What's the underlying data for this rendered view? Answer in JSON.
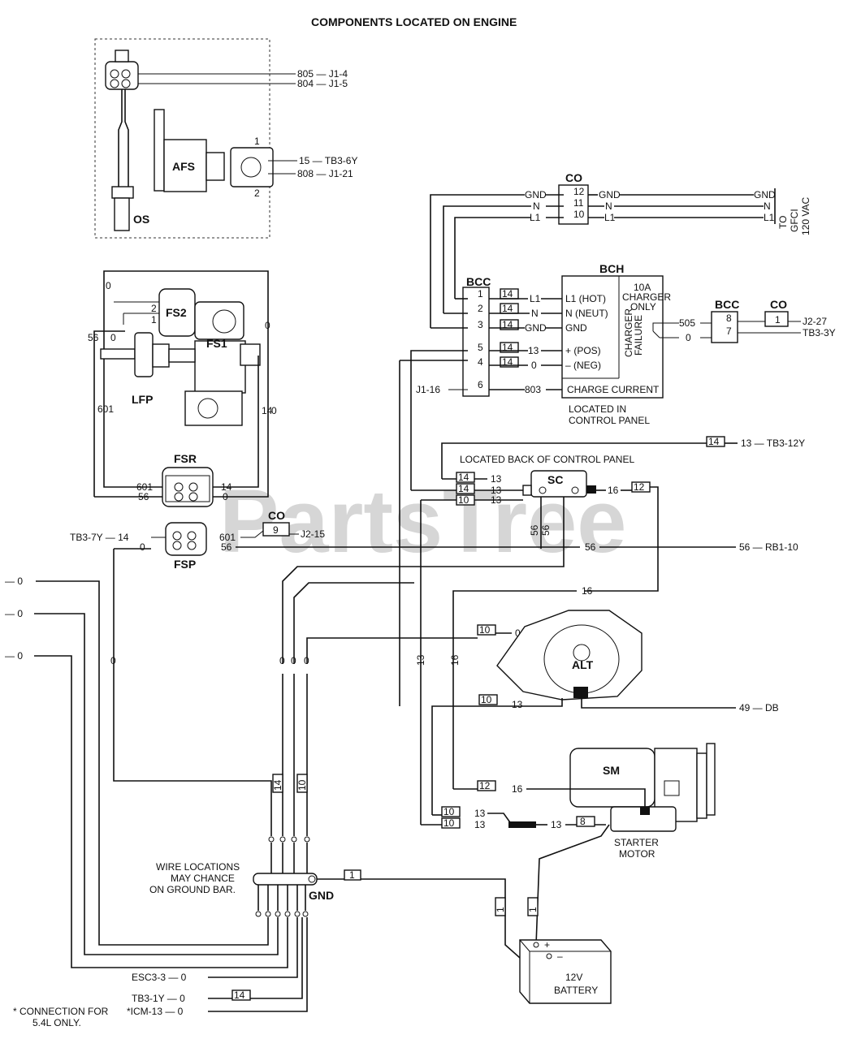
{
  "title": "COMPONENTS LOCATED ON ENGINE",
  "watermark": "PartsTree",
  "components": {
    "os": "OS",
    "afs": "AFS",
    "fs2": "FS2",
    "fs1": "FS1",
    "lfp": "LFP",
    "fsr": "FSR",
    "fsp": "FSP",
    "co": "CO",
    "bcc": "BCC",
    "bch": "BCH",
    "sc": "SC",
    "alt": "ALT",
    "sm": "SM",
    "gnd": "GND",
    "battery_1": "12V",
    "battery_2": "BATTERY",
    "starter_1": "STARTER",
    "starter_2": "MOTOR"
  },
  "notes": {
    "bch_located_1": "LOCATED IN",
    "bch_located_2": "CONTROL PANEL",
    "sc_located": "LOCATED BACK OF CONTROL PANEL",
    "ground_1": "WIRE LOCATIONS",
    "ground_2": "MAY CHANCE",
    "ground_3": "ON GROUND BAR.",
    "footnote_1": "* CONNECTION FOR",
    "footnote_2": "5.4L ONLY.",
    "to_1": "TO",
    "to_2": "GFCI",
    "to_3": "120 VAC",
    "charger_1": "10A",
    "charger_2": "CHARGER",
    "charger_3": "ONLY",
    "charger_failure_1": "CHARGER",
    "charger_failure_2": "FAILURE",
    "charge_current": "CHARGE CURRENT"
  },
  "bch_terms": {
    "l1": "L1 (HOT)",
    "n": "N (NEUT)",
    "gnd": "GND",
    "pos": "+ (POS)",
    "neg": "– (NEG)"
  },
  "labels": {
    "w805": "805 — J1-4",
    "w804": "804 — J1-5",
    "w15": "15 — TB3-6Y",
    "w808": "808 — J1-21",
    "afs_pin1": "1",
    "afs_pin2": "2",
    "co_gnd_l": "GND",
    "co_n_l": "N",
    "co_l1_l": "L1",
    "co_gnd_r": "GND",
    "co_n_r": "N",
    "co_l1_r": "L1",
    "co_gnd_end": "GND",
    "co_n_end": "N",
    "co_l1_end": "L1",
    "co12": "12",
    "co11": "11",
    "co10": "10",
    "bcc1": "1",
    "bcc2": "2",
    "bcc3": "3",
    "bcc5": "5",
    "bcc4": "4",
    "bcc6": "6",
    "g14a": "14",
    "g14b": "14",
    "g14c": "14",
    "g14d": "14",
    "g14e": "14",
    "bl1": "L1",
    "bn": "N",
    "bgnd": "GND",
    "b13": "13",
    "b0": "0",
    "j116": "J1-16",
    "w803": "803",
    "w505": "505",
    "w0b": "0",
    "bcc8": "8",
    "bcc7": "7",
    "co1": "1",
    "j227": "J2-27",
    "tb33y": "TB3-3Y",
    "tb312y": "13 — TB3-12Y",
    "g14f": "14",
    "g14g": "14",
    "g14h": "14",
    "g10a": "10",
    "sc13a": "13",
    "sc13b": "13",
    "sc13c": "13",
    "sc16": "16",
    "g12a": "12",
    "sc56a": "56",
    "sc56b": "56",
    "fs2_2": "2",
    "fs2_1": "1",
    "fs_0a": "0",
    "fs_0b": "0",
    "fs_56": "56",
    "fs_0c": "0",
    "fs_601": "601",
    "fs_14": "14",
    "fs_0d": "0",
    "fsr601": "601",
    "fsr56": "56",
    "fsr14": "14",
    "fsr0": "0",
    "tb37y": "TB3-7Y — 14",
    "fsp0": "0",
    "fsp601": "601",
    "fsp56": "56",
    "co9": "9",
    "j215": "J2-15",
    "w56mid": "56",
    "rb110": "56 — RB1-10",
    "w16mid": "16",
    "left0a": "— 0",
    "left0b": "— 0",
    "left0c": "— 0",
    "v0a": "0",
    "v0b": "0",
    "v0c": "0",
    "v0d": "0",
    "v13": "13",
    "v16": "16",
    "alt_g10": "10",
    "alt_0": "0",
    "alt_g10b": "10",
    "alt_13": "13",
    "db": "49 — DB",
    "g14v": "14",
    "g10v": "10",
    "sm_g12": "12",
    "sm_16": "16",
    "g10c": "10",
    "g10d": "10",
    "w13a": "13",
    "w13b": "13",
    "w13c": "13",
    "g8": "8",
    "g1a": "1",
    "g1b": "1",
    "g1c": "1",
    "esc33": "ESC3-3 — 0",
    "tb31y": "TB3-1Y — 0",
    "icm13": "*ICM-13 — 0",
    "g14bot": "14",
    "bat_plus": "+",
    "bat_minus": "–"
  }
}
